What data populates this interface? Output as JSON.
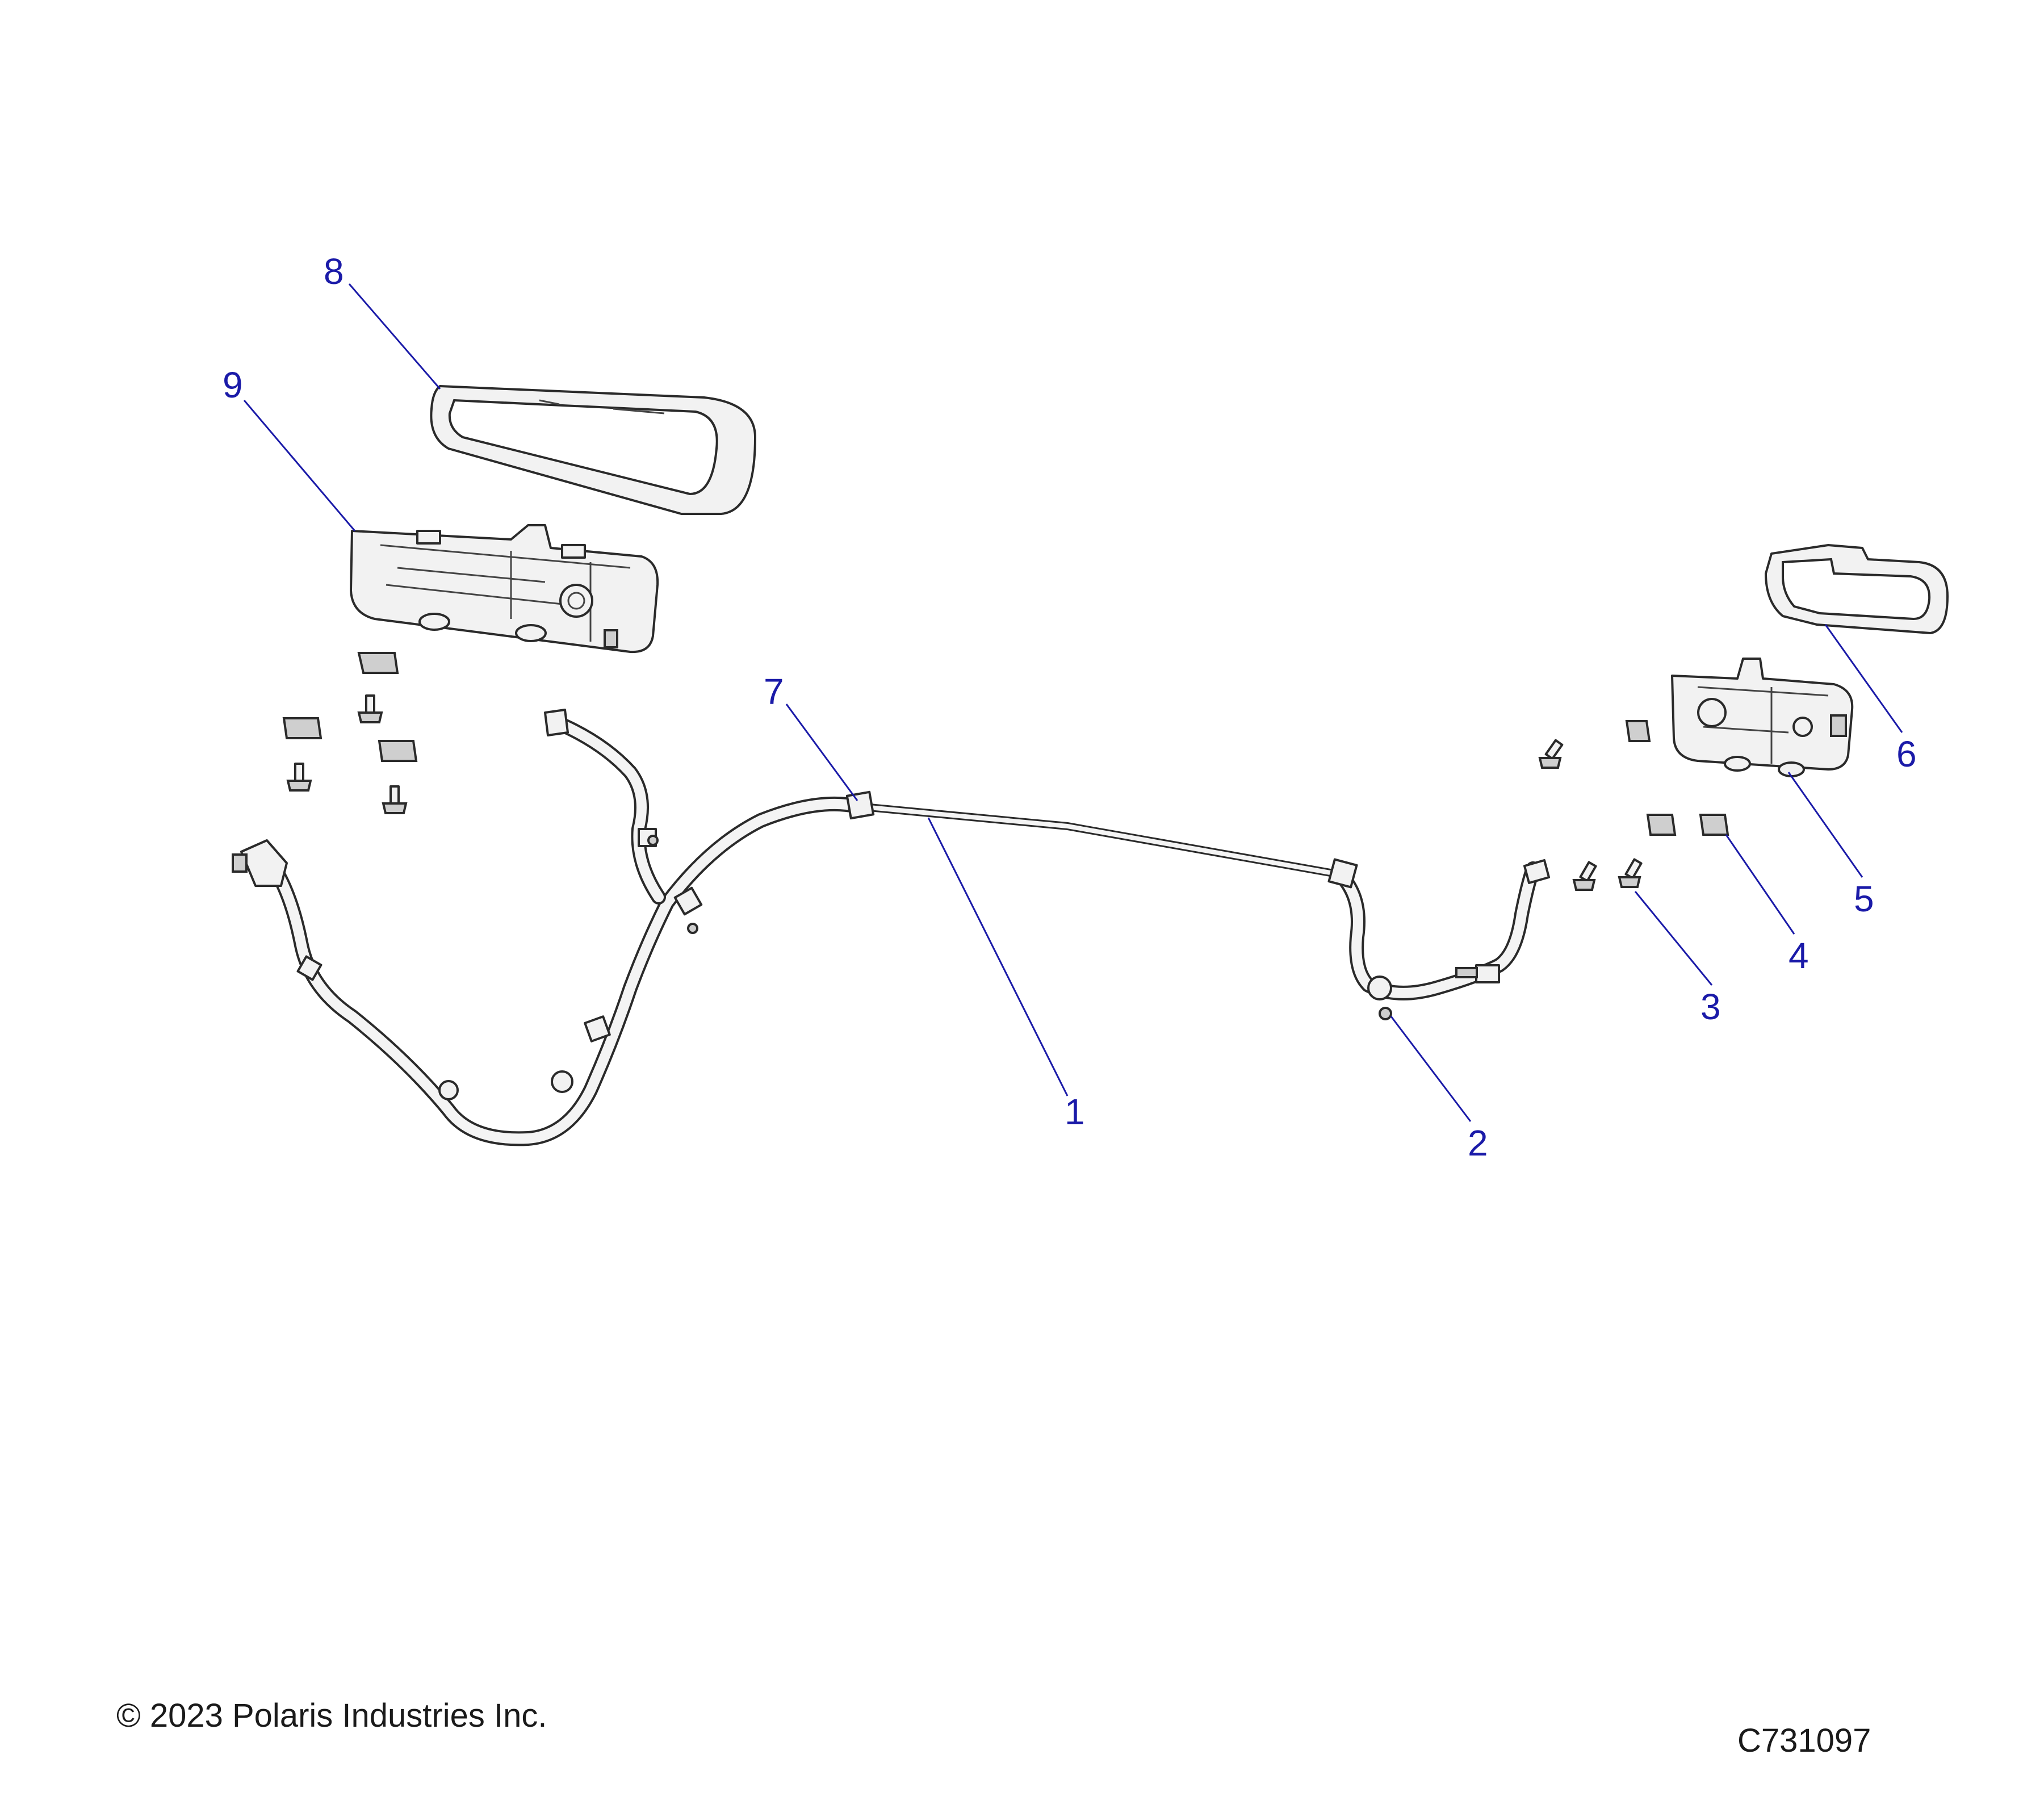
{
  "diagram": {
    "callouts": [
      {
        "id": "1",
        "label": "1"
      },
      {
        "id": "2",
        "label": "2"
      },
      {
        "id": "3",
        "label": "3"
      },
      {
        "id": "4",
        "label": "4"
      },
      {
        "id": "5",
        "label": "5"
      },
      {
        "id": "6",
        "label": "6"
      },
      {
        "id": "7",
        "label": "7"
      },
      {
        "id": "8",
        "label": "8"
      },
      {
        "id": "9",
        "label": "9"
      }
    ],
    "callout_color": "#1a1aa8",
    "line_color": "#2a2a2a"
  },
  "footer": {
    "copyright": "© 2023 Polaris Industries Inc.",
    "drawing_number": "C731097"
  }
}
